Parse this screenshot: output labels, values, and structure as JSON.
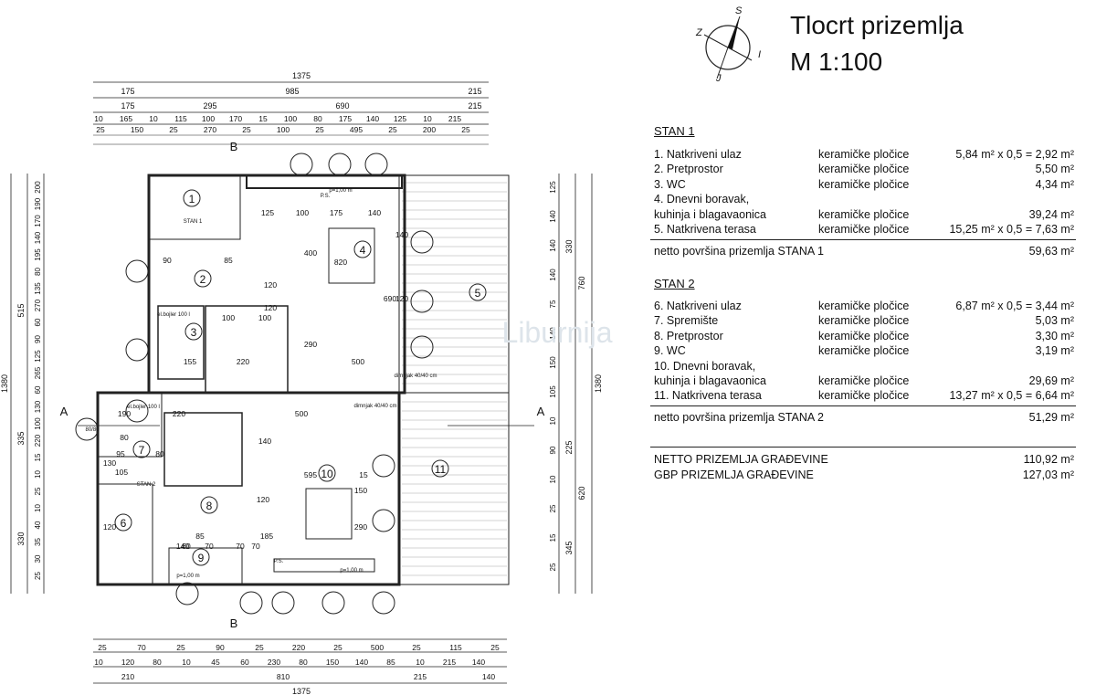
{
  "title": "Tlocrt prizemlja",
  "scale": "M 1:100",
  "compass": {
    "s": "S",
    "z": "Z",
    "i": "I",
    "j": "J"
  },
  "watermark": "Liburnija",
  "stan1": {
    "header": "STAN 1",
    "rows": [
      {
        "name": "1.  Natkriveni ulaz",
        "material": "keramičke pločice",
        "area": "5,84 m² x 0,5 = 2,92 m²"
      },
      {
        "name": "2.  Pretprostor",
        "material": "keramičke pločice",
        "area": "5,50 m²"
      },
      {
        "name": "3.  WC",
        "material": "keramičke pločice",
        "area": "4,34 m²"
      },
      {
        "name": "4.  Dnevni boravak,",
        "material": "",
        "area": ""
      },
      {
        "name": "     kuhinja i blagavaonica",
        "material": "keramičke pločice",
        "area": "39,24 m²"
      },
      {
        "name": "5.  Natkrivena terasa",
        "material": "keramičke pločice",
        "area": "15,25 m² x 0,5 = 7,63 m²"
      }
    ],
    "total_label": "netto površina prizemlja STANA 1",
    "total_value": "59,63 m²"
  },
  "stan2": {
    "header": "STAN 2",
    "rows": [
      {
        "name": "6.  Natkriveni ulaz",
        "material": "keramičke pločice",
        "area": "6,87 m² x 0,5 = 3,44 m²"
      },
      {
        "name": "7.  Spremište",
        "material": "keramičke pločice",
        "area": "5,03 m²"
      },
      {
        "name": "8.  Pretprostor",
        "material": "keramičke pločice",
        "area": "3,30 m²"
      },
      {
        "name": "9.  WC",
        "material": "keramičke pločice",
        "area": "3,19 m²"
      },
      {
        "name": "10. Dnevni boravak,",
        "material": "",
        "area": ""
      },
      {
        "name": "     kuhinja i blagavaonica",
        "material": "keramičke pločice",
        "area": "29,69 m²"
      },
      {
        "name": "11. Natkrivena terasa",
        "material": "keramičke pločice",
        "area": "13,27 m² x 0,5 = 6,64 m²"
      }
    ],
    "total_label": "netto površina prizemlja STANA 2",
    "total_value": "51,29 m²"
  },
  "netto_label": "NETTO PRIZEMLJA GRAĐEVINE",
  "netto_value": "110,92 m²",
  "gbp_label": "GBP PRIZEMLJA GRAĐEVINE",
  "gbp_value": "127,03 m²",
  "plan": {
    "top_dims": [
      "1375",
      "175",
      "985",
      "215",
      "175",
      "295",
      "690",
      "215",
      "10",
      "165",
      "10",
      "115",
      "100",
      "170",
      "15",
      "100",
      "80",
      "175",
      "140",
      "125",
      "10",
      "215",
      "25",
      "150",
      "25",
      "270",
      "25",
      "100",
      "25",
      "495",
      "25",
      "200",
      "25"
    ],
    "bottom_dims": [
      "25",
      "70",
      "25",
      "90",
      "25",
      "220",
      "25",
      "500",
      "25",
      "115",
      "25",
      "10",
      "120",
      "80",
      "10",
      "45",
      "60",
      "230",
      "80",
      "150",
      "140",
      "85",
      "10",
      "215",
      "140",
      "210",
      "810",
      "215",
      "140",
      "1375"
    ],
    "left_dims": [
      "1380",
      "515",
      "335",
      "330",
      "200",
      "190",
      "170",
      "140",
      "195",
      "80",
      "135",
      "270",
      "60",
      "90",
      "125",
      "265",
      "60",
      "130",
      "100",
      "220",
      "15",
      "10",
      "25",
      "10",
      "40",
      "35",
      "30",
      "25"
    ],
    "right_dims": [
      "1380",
      "330",
      "760",
      "225",
      "620",
      "345",
      "125",
      "140",
      "140",
      "140",
      "75",
      "140",
      "150",
      "105",
      "10",
      "90",
      "10",
      "25",
      "15",
      "25"
    ],
    "rooms": [
      "1",
      "2",
      "3",
      "4",
      "5",
      "6",
      "7",
      "8",
      "9",
      "10",
      "11"
    ],
    "room_dims": [
      "125",
      "100",
      "175",
      "140",
      "140",
      "120",
      "120",
      "120",
      "85",
      "90",
      "400",
      "820",
      "690",
      "100",
      "100",
      "155",
      "220",
      "290",
      "500",
      "190",
      "220",
      "500",
      "80",
      "95",
      "80",
      "15",
      "595",
      "150",
      "140",
      "290",
      "140",
      "60",
      "70",
      "70",
      "70",
      "185",
      "85",
      "120",
      "130",
      "105",
      "120"
    ],
    "labels": [
      "STAN 1",
      "STAN 2",
      "el.bojler 100 l",
      "el.bojler 100 l",
      "dimnjak 40/40 cm",
      "dimnjak 40/40 cm",
      "p=1,00 m",
      "p=1,00 m",
      "p=1,00 m",
      "P.S.",
      "P.S.",
      "80/80"
    ],
    "sections": {
      "a": "A",
      "b": "B"
    }
  }
}
